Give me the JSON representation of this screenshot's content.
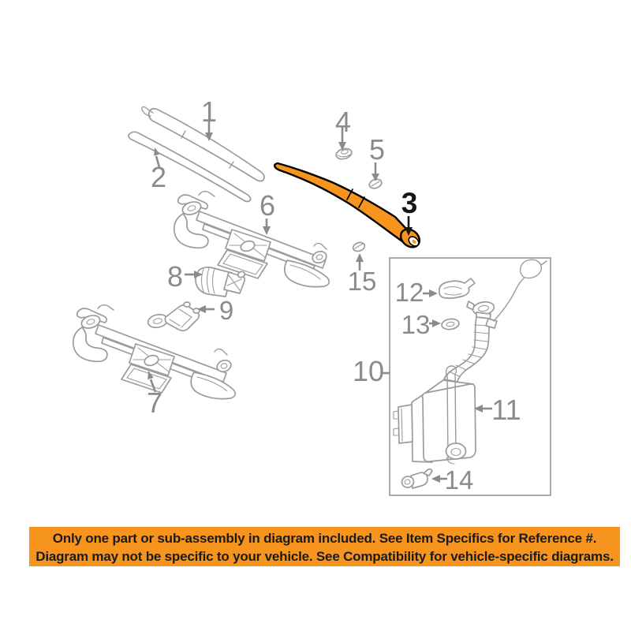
{
  "window": {
    "background_color": "#FFFFFF"
  },
  "diagram": {
    "type": "exploded-parts-diagram",
    "subject": "windshield wiper and washer system",
    "line_color": "#9B9B9B",
    "label_color": "#8B8B8B",
    "highlight_color": "#F7941D",
    "highlight_outline_color": "#000000",
    "highlight_label_color": "#161616",
    "callouts": [
      {
        "number": "1"
      },
      {
        "number": "2"
      },
      {
        "number": "3",
        "highlighted": true
      },
      {
        "number": "4"
      },
      {
        "number": "5"
      },
      {
        "number": "6"
      },
      {
        "number": "7"
      },
      {
        "number": "8"
      },
      {
        "number": "9"
      },
      {
        "number": "10"
      },
      {
        "number": "11"
      },
      {
        "number": "12"
      },
      {
        "number": "13"
      },
      {
        "number": "14"
      },
      {
        "number": "15"
      }
    ]
  },
  "banner": {
    "background_color": "#F7941E",
    "text_color": "#1B1B1B",
    "line1": "Only one part or sub-assembly in diagram included. See Item Specifics for Reference #.",
    "line2": "Diagram may not be specific to your vehicle. See Compatibility for vehicle-specific diagrams."
  }
}
